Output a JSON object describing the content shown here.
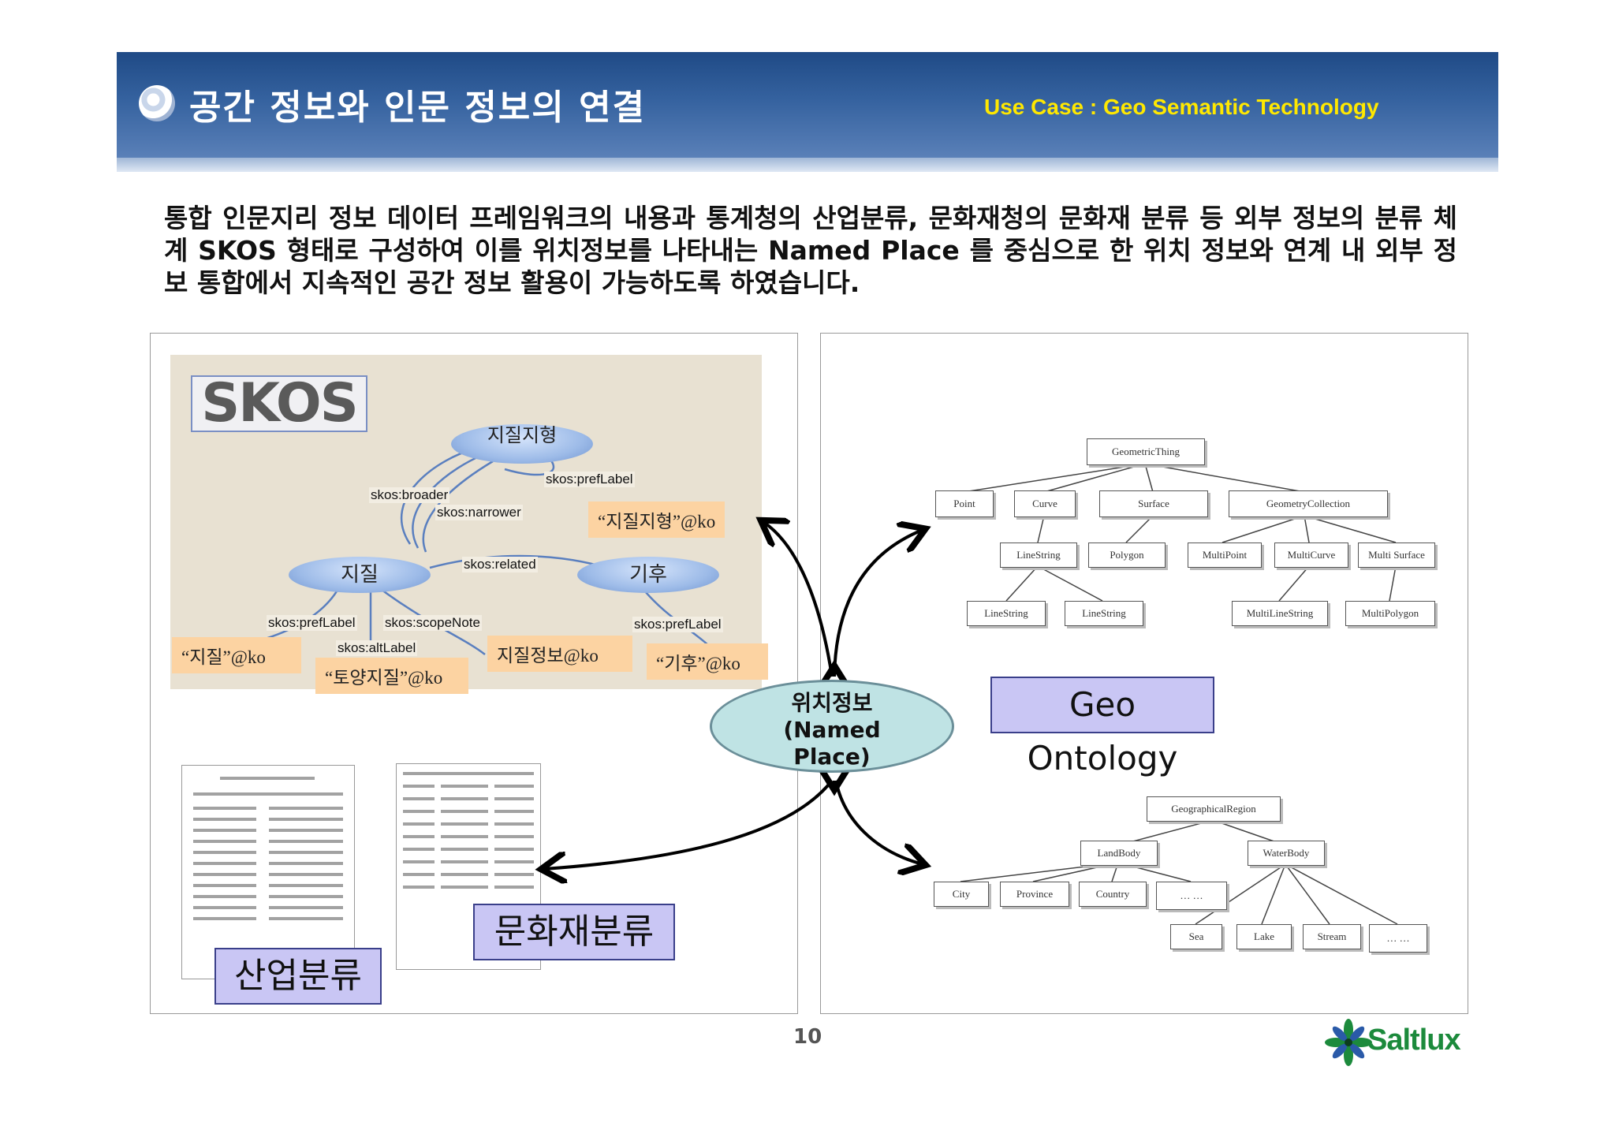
{
  "header": {
    "title": "공간 정보와 인문 정보의 연결",
    "use_case": "Use Case : Geo Semantic Technology"
  },
  "description": "통합 인문지리 정보 데이터 프레임워크의 내용과 통계청의 산업분류, 문화재청의 문화재 분류 등 외부 정보의 분류 체계 SKOS 형태로 구성하여 이를 위치정보를 나타내는 Named Place 를 중심으로 한 위치 정보와 연계 내 외부 정보 통합에서 지속적인 공간 정보 활용이 가능하도록 하였습니다.",
  "skos": {
    "logo": "SKOS",
    "nodes": {
      "top": "지질지형",
      "left": "지질",
      "right": "기후"
    },
    "edges": {
      "broader": "skos:broader",
      "narrower": "skos:narrower",
      "pref_top": "skos:prefLabel",
      "related": "skos:related",
      "pref_left": "skos:prefLabel",
      "scope": "skos:scopeNote",
      "alt": "skos:altLabel",
      "pref_right": "skos:prefLabel"
    },
    "literals": {
      "top": "“지질지형”@ko",
      "left": "“지질”@ko",
      "alt": "“토양지질”@ko",
      "scope": "지질정보@ko",
      "right": "“기후”@ko"
    }
  },
  "labels": {
    "industry": "산업분류",
    "heritage": "문화재분류",
    "geo_ontology": "Geo Ontology"
  },
  "named_place": {
    "line1": "위치정보",
    "line2": "(Named",
    "line3": "Place)"
  },
  "geo_tree": {
    "root": "GeometricThing",
    "level1": [
      "Point",
      "Curve",
      "Surface",
      "GeometryCollection"
    ],
    "level2": [
      "LineString",
      "Polygon",
      "MultiPoint",
      "MultiCurve",
      "Multi Surface"
    ],
    "level3": [
      "LineString",
      "LineString",
      "MultiLineString",
      "MultiPolygon"
    ]
  },
  "region_tree": {
    "root": "GeographicalRegion",
    "level1": [
      "LandBody",
      "WaterBody"
    ],
    "land": [
      "City",
      "Province",
      "Country",
      "… …"
    ],
    "water": [
      "Sea",
      "Lake",
      "Stream",
      "… …"
    ]
  },
  "footer": {
    "page": "10",
    "brand": "Saltlux"
  },
  "colors": {
    "header": "#2a548f",
    "accent": "#ffe800",
    "label_bg": "#c9c6f4",
    "literal_bg": "#fcd3a2",
    "brand": "#1c8a3c"
  }
}
